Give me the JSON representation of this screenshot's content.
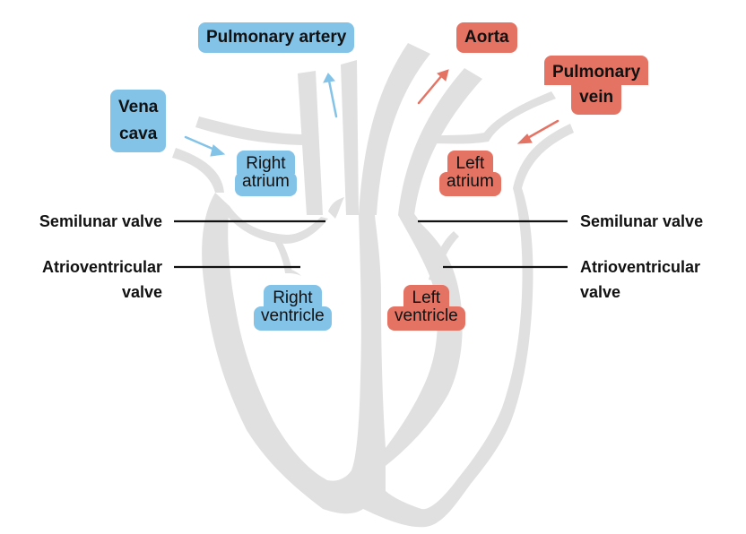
{
  "colors": {
    "deoxygenated": "#83c3e8",
    "oxygenated": "#e57363",
    "heart_outline": "#e0e0e0",
    "pointer_line": "#111111",
    "text": "#111111"
  },
  "vessels": {
    "pulmonary_artery": "Pulmonary artery",
    "aorta": "Aorta",
    "vena_cava": [
      "Vena",
      "cava"
    ],
    "pulmonary_vein": [
      "Pulmonary",
      "vein"
    ]
  },
  "chambers": {
    "right_atrium": [
      "Right",
      "atrium"
    ],
    "left_atrium": [
      "Left",
      "atrium"
    ],
    "right_ventricle": [
      "Right",
      "ventricle"
    ],
    "left_ventricle": [
      "Left",
      "ventricle"
    ]
  },
  "valves": {
    "left_semilunar": "Semilunar valve",
    "left_atrioventricular": [
      "Atrioventricular",
      "valve"
    ],
    "right_semilunar": "Semilunar valve",
    "right_atrioventricular": [
      "Atrioventricular",
      "valve"
    ]
  }
}
